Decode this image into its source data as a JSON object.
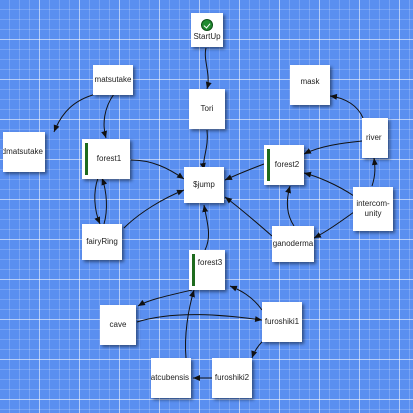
{
  "nodes": {
    "startup": "StartUp",
    "matsutake": "matsutake",
    "tori": "Tori",
    "mask": "mask",
    "ddmatsutake": "ddmatsutake",
    "forest1": "forest1",
    "jump": "$jump",
    "forest2": "forest2",
    "river": "river",
    "intercommunity": "intercom-\nunity",
    "fairyring": "fairyRing",
    "ganoderma": "ganoderma",
    "forest3": "forest3",
    "cave": "cave",
    "furoshiki1": "furoshiki1",
    "eatcubensis": "eatcubensis",
    "furoshiki2": "furoshiki2"
  },
  "colors": {
    "background": "#5a8ff0",
    "node": "#ffffff",
    "bar": "#1e6b1e",
    "start_icon": "#1f8a2f",
    "edge": "#111111"
  },
  "icons": {
    "startup": "checkmark-icon"
  }
}
